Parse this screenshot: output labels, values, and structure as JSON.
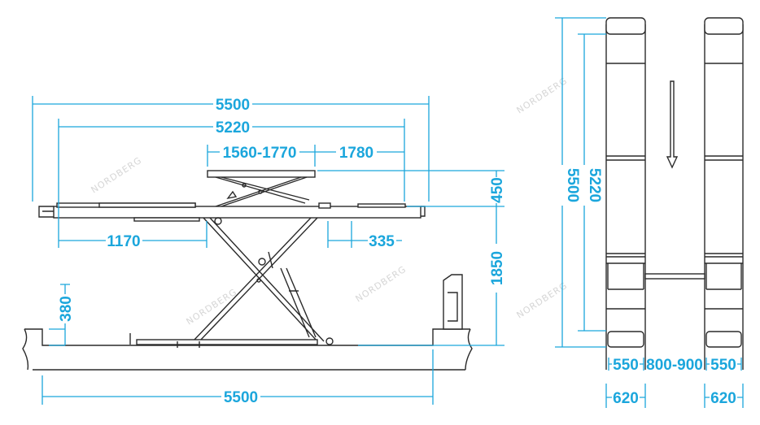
{
  "watermark": "NORDBERG",
  "side_view": {
    "overall_length": "5500",
    "platform_length": "5220",
    "upper_platform": "1560-1770",
    "upper_offset": "1780",
    "upper_height": "450",
    "lift_height": "1850",
    "front_offset": "1170",
    "plate_width": "335",
    "base_height": "380",
    "base_length": "5500"
  },
  "top_view": {
    "overall_length": "5500",
    "platform_length": "5220",
    "runway_inner_left": "550",
    "gap": "800-900",
    "runway_inner_right": "550",
    "runway_outer_left": "620",
    "runway_outer_right": "620"
  },
  "colors": {
    "dimension": "#1ba6dc",
    "line": "#2a2a2a"
  }
}
